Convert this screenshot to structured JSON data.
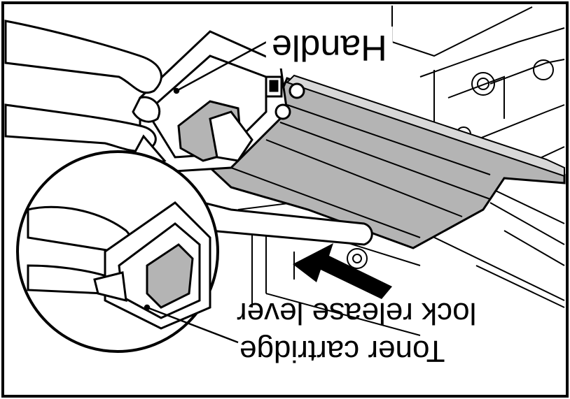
{
  "figure": {
    "labels": {
      "handle": "Handle",
      "lock_release_lever": "lock release lever",
      "toner_cartridge": "Toner cartridge"
    },
    "colors": {
      "outline": "#000000",
      "background": "#ffffff",
      "cartridge_fill": "#b4b4b4"
    },
    "orientation": "upside-down"
  }
}
